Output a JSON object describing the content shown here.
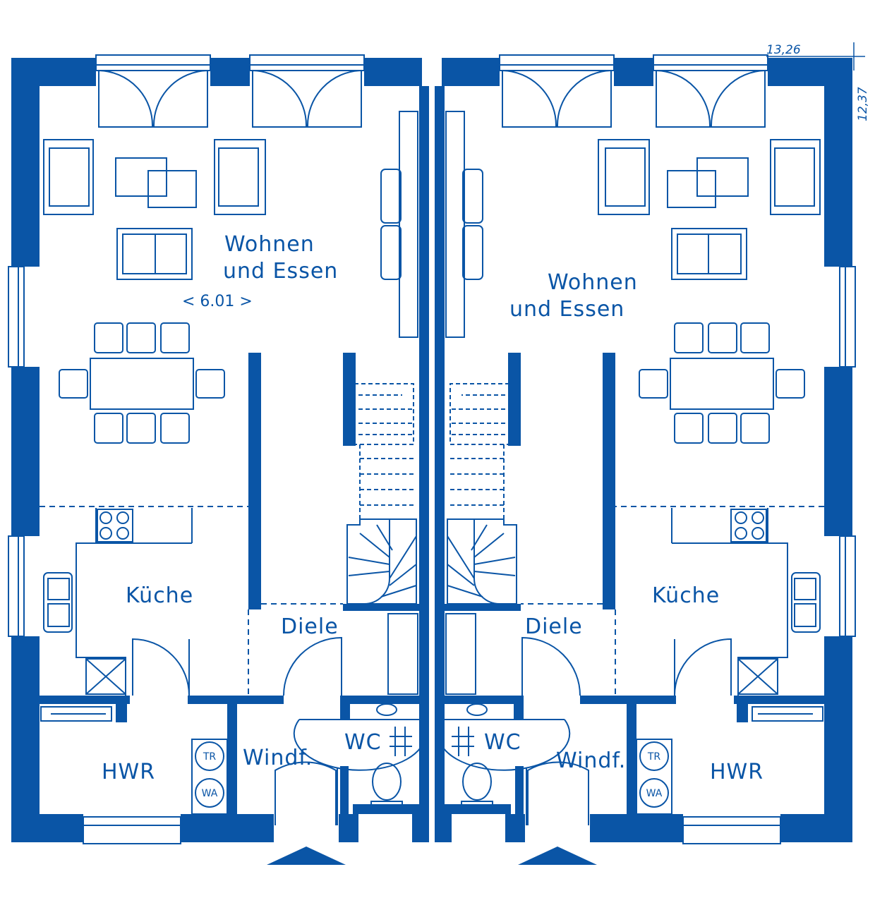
{
  "colors": {
    "plan": "#0a55a6",
    "background": "#ffffff"
  },
  "dimensions": {
    "width": "13,26",
    "depth": "12,37"
  },
  "left_unit": {
    "living_line1": "Wohnen",
    "living_line2": "und  Essen",
    "living_width": "<  6.01  >",
    "kitchen": "Küche",
    "hall": "Diele",
    "vestibule": "Windf.",
    "wc": "WC",
    "utility": "HWR",
    "dryer": "TR",
    "washer": "WA"
  },
  "right_unit": {
    "living_line1": "Wohnen",
    "living_line2": "und  Essen",
    "kitchen": "Küche",
    "hall": "Diele",
    "vestibule": "Windf.",
    "wc": "WC",
    "utility": "HWR",
    "dryer": "TR",
    "washer": "WA"
  }
}
